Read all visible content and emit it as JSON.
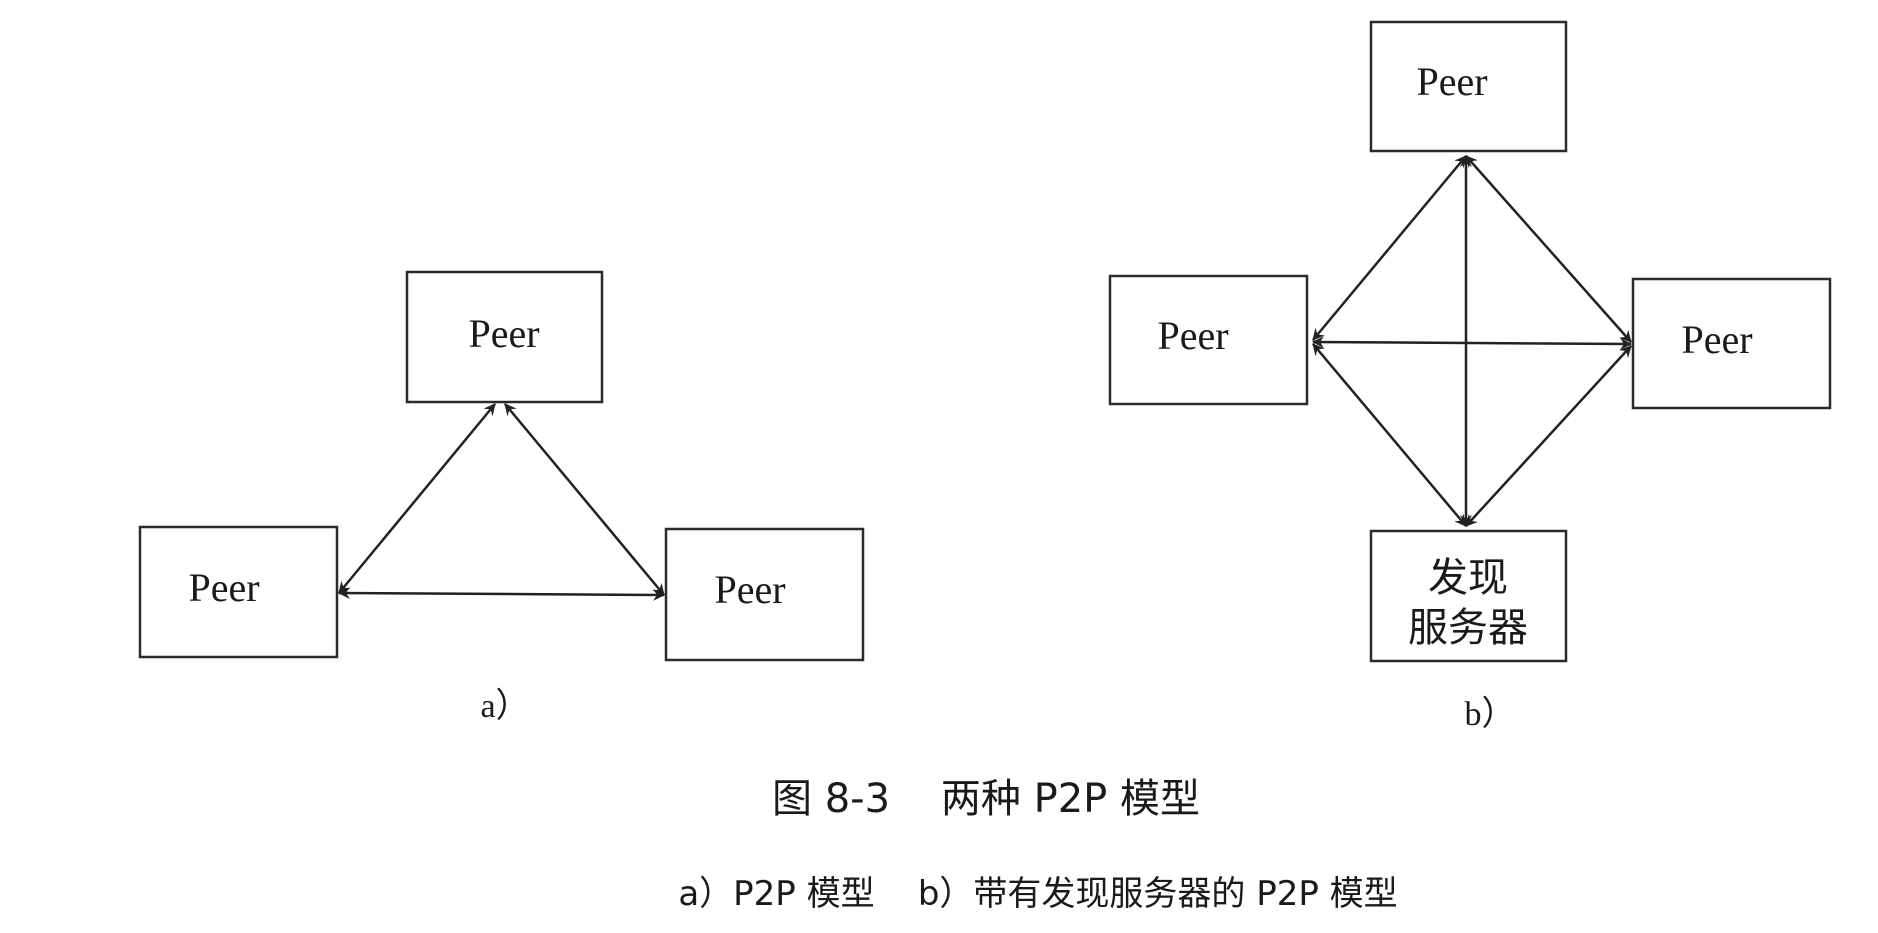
{
  "diagram_a": {
    "peer_top": "Peer",
    "peer_left": "Peer",
    "peer_right": "Peer",
    "label": "a）"
  },
  "diagram_b": {
    "peer_top": "Peer",
    "peer_left": "Peer",
    "peer_right": "Peer",
    "server_line1": "发现",
    "server_line2": "服务器",
    "label": "b）"
  },
  "caption": {
    "title": "图 8-3    两种 P2P 模型",
    "subtitle": "a）P2P 模型    b）带有发现服务器的 P2P 模型"
  }
}
